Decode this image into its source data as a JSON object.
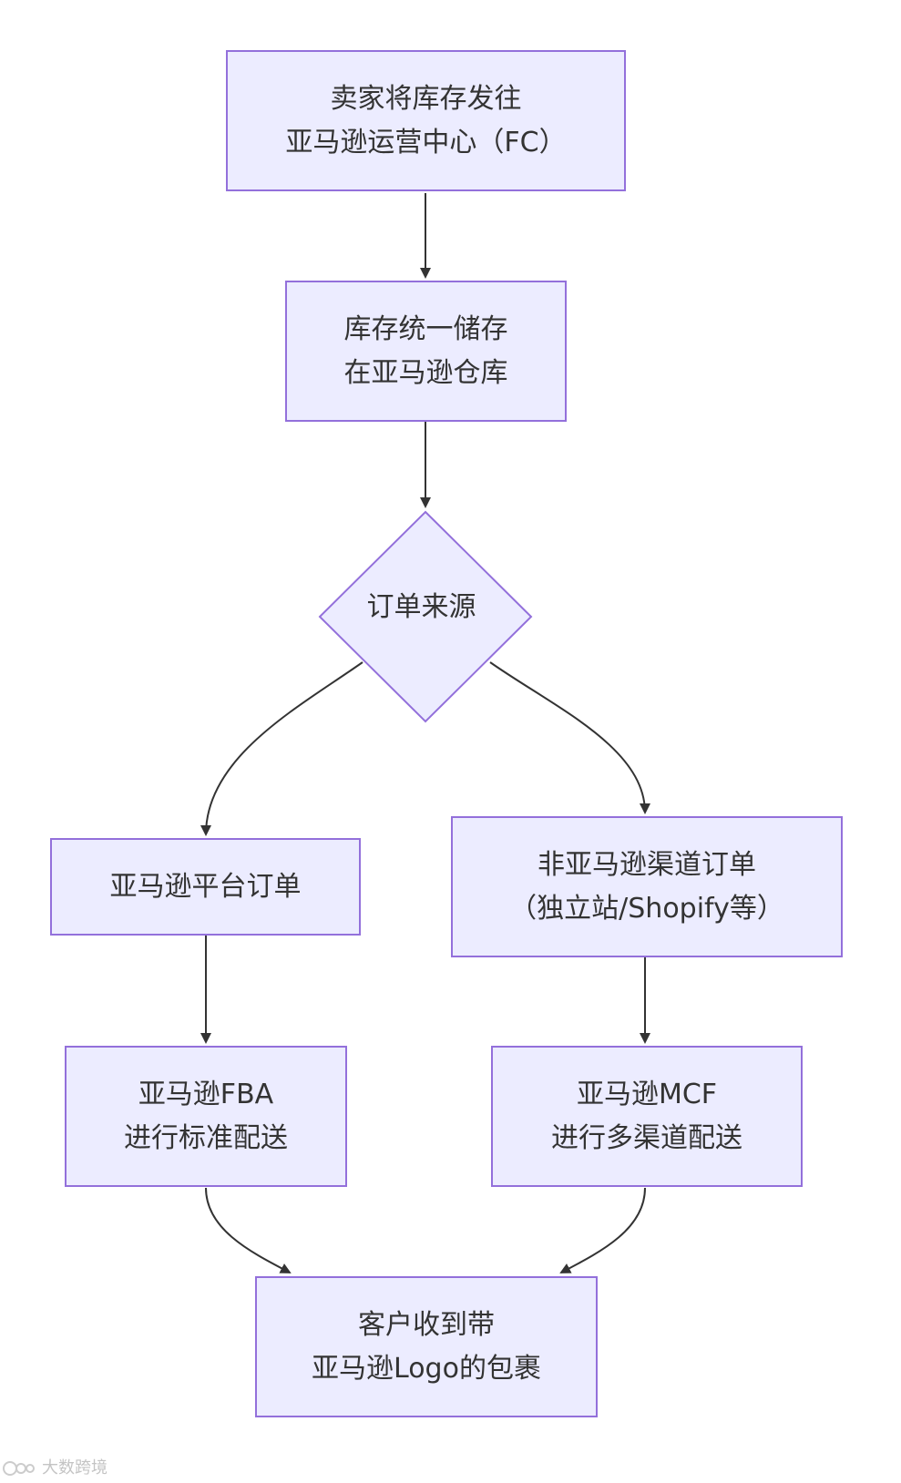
{
  "nodes": {
    "warehouse_shipping": {
      "line1": "卖家将库存发往",
      "line2": "亚马逊运营中心（FC）"
    },
    "unified_storage": {
      "line1": "库存统一储存",
      "line2": "在亚马逊仓库"
    },
    "order_source": {
      "label": "订单来源"
    },
    "amazon_order": {
      "label": "亚马逊平台订单"
    },
    "non_amazon_order": {
      "line1": "非亚马逊渠道订单",
      "line2": "（独立站/Shopify等）"
    },
    "fba_delivery": {
      "line1": "亚马逊FBA",
      "line2": "进行标准配送"
    },
    "mcf_delivery": {
      "line1": "亚马逊MCF",
      "line2": "进行多渠道配送"
    },
    "customer_receives": {
      "line1": "客户收到带",
      "line2": "亚马逊Logo的包裹"
    }
  },
  "watermark": {
    "text": "大数跨境"
  },
  "colors": {
    "node_fill": "#ececff",
    "node_border": "#9370db",
    "edge": "#333333",
    "text": "#333333"
  }
}
